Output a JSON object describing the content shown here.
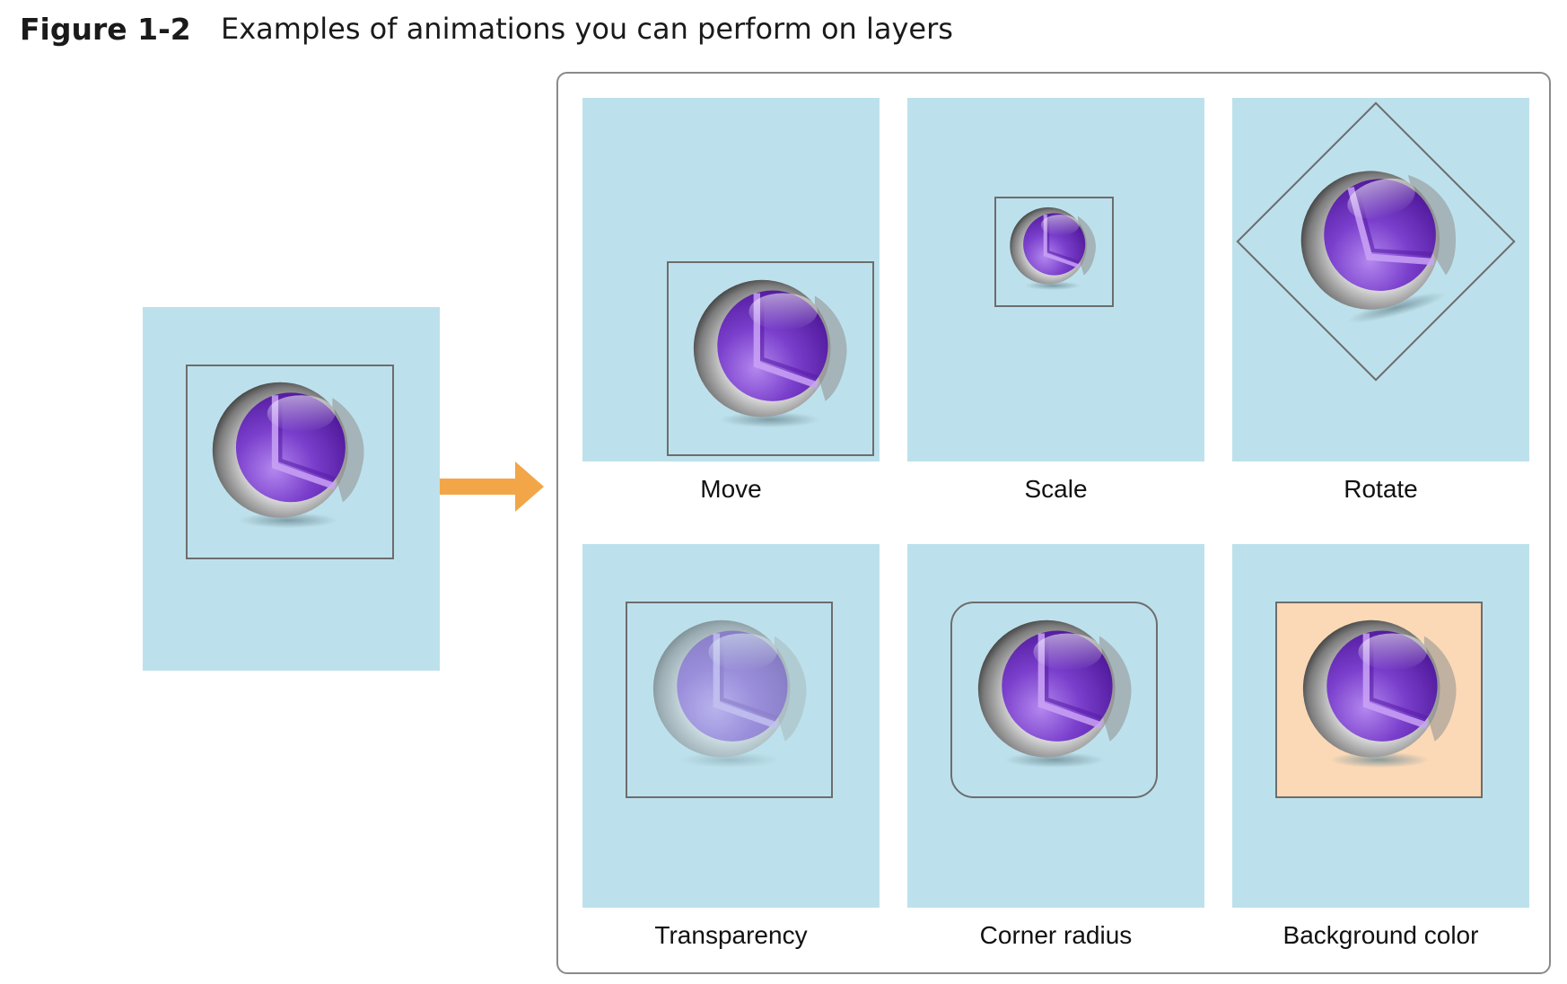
{
  "figure": {
    "number": "Figure 1-2",
    "title": "Examples of animations you can perform on layers"
  },
  "colors": {
    "panel_background": "#bde1ec",
    "arrow": "#f2a648",
    "layer_border": "#6d6d6d",
    "frame_border": "#8a8a8a",
    "highlight_background": "#fbd9b7",
    "orb_purple": "#6a2bb8"
  },
  "source": {
    "icon": "purple-orb-icon"
  },
  "arrow": {
    "icon": "right-arrow-icon"
  },
  "examples": [
    {
      "label": "Move",
      "icon": "purple-orb-icon"
    },
    {
      "label": "Scale",
      "icon": "purple-orb-icon"
    },
    {
      "label": "Rotate",
      "icon": "purple-orb-icon"
    },
    {
      "label": "Transparency",
      "icon": "purple-orb-icon"
    },
    {
      "label": "Corner radius",
      "icon": "purple-orb-icon"
    },
    {
      "label": "Background color",
      "icon": "purple-orb-icon"
    }
  ]
}
